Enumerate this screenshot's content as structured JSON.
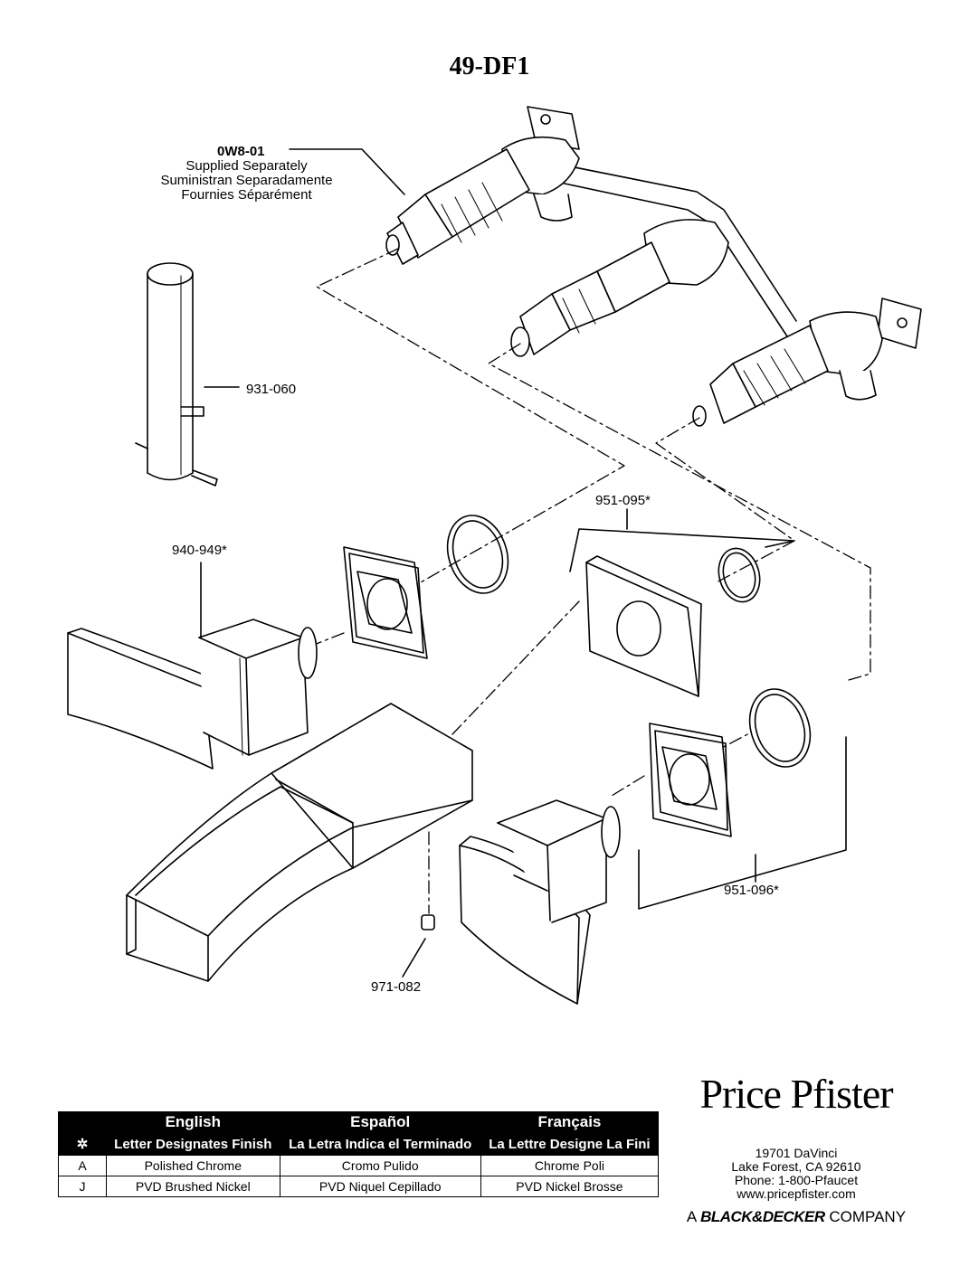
{
  "model": "49-DF1",
  "valve": {
    "part": "0W8-01",
    "note_en": "Supplied Separately",
    "note_es": "Suministran Separadamente",
    "note_fr": "Fournies Séparément"
  },
  "parts": {
    "sleeve": "931-060",
    "handle": "940-949*",
    "escutcheon_spout": "951-095*",
    "escutcheon_handle": "951-096*",
    "set_screw": "971-082"
  },
  "table": {
    "headers": [
      "English",
      "Español",
      "Français"
    ],
    "star_symbol": "✲",
    "subheaders": [
      "Letter Designates Finish",
      "La Letra Indica el Terminado",
      "La Lettre Designe La Fini"
    ],
    "rows": [
      {
        "code": "A",
        "en": "Polished Chrome",
        "es": "Cromo Pulido",
        "fr": "Chrome Poli"
      },
      {
        "code": "J",
        "en": "PVD Brushed Nickel",
        "es": "PVD Niquel Cepillado",
        "fr": "PVD Nickel Brosse"
      }
    ]
  },
  "brand": {
    "logo": "Price Pfister",
    "address1": "19701 DaVinci",
    "address2": "Lake Forest, CA 92610",
    "phone": "Phone: 1-800-Pfaucet",
    "web": "www.pricepfister.com",
    "company_prefix": "A",
    "company_brand": "BLACK&DECKER",
    "company_suffix": "COMPANY"
  }
}
